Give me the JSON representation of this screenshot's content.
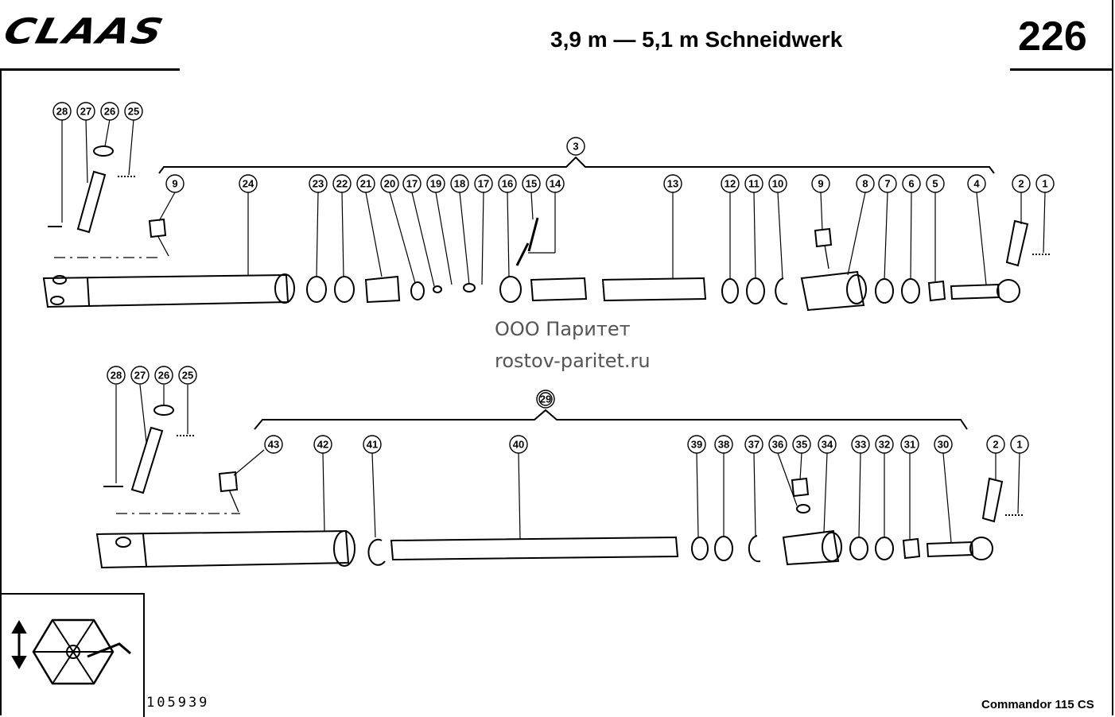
{
  "header": {
    "brand": "CLAAS",
    "title": "3,9 m — 5,1 m Schneidwerk",
    "page_number": "226"
  },
  "watermark": {
    "line1": "ООО Паритет",
    "line2": "rostov-paritet.ru"
  },
  "footer": {
    "drawing_number": "105939",
    "model": "Commandor 115 CS"
  },
  "assemblies": {
    "upper": "3",
    "lower": "29"
  },
  "callouts": {
    "upper": [
      "28",
      "27",
      "26",
      "25",
      "3",
      "9",
      "24",
      "23",
      "22",
      "21",
      "20",
      "17",
      "19",
      "18",
      "17",
      "16",
      "15",
      "14",
      "13",
      "12",
      "11",
      "10",
      "9",
      "8",
      "7",
      "6",
      "5",
      "4",
      "2",
      "1"
    ],
    "lower": [
      "28",
      "27",
      "26",
      "25",
      "29",
      "43",
      "42",
      "41",
      "40",
      "39",
      "38",
      "37",
      "36",
      "35",
      "34",
      "33",
      "32",
      "31",
      "30",
      "2",
      "1"
    ]
  }
}
